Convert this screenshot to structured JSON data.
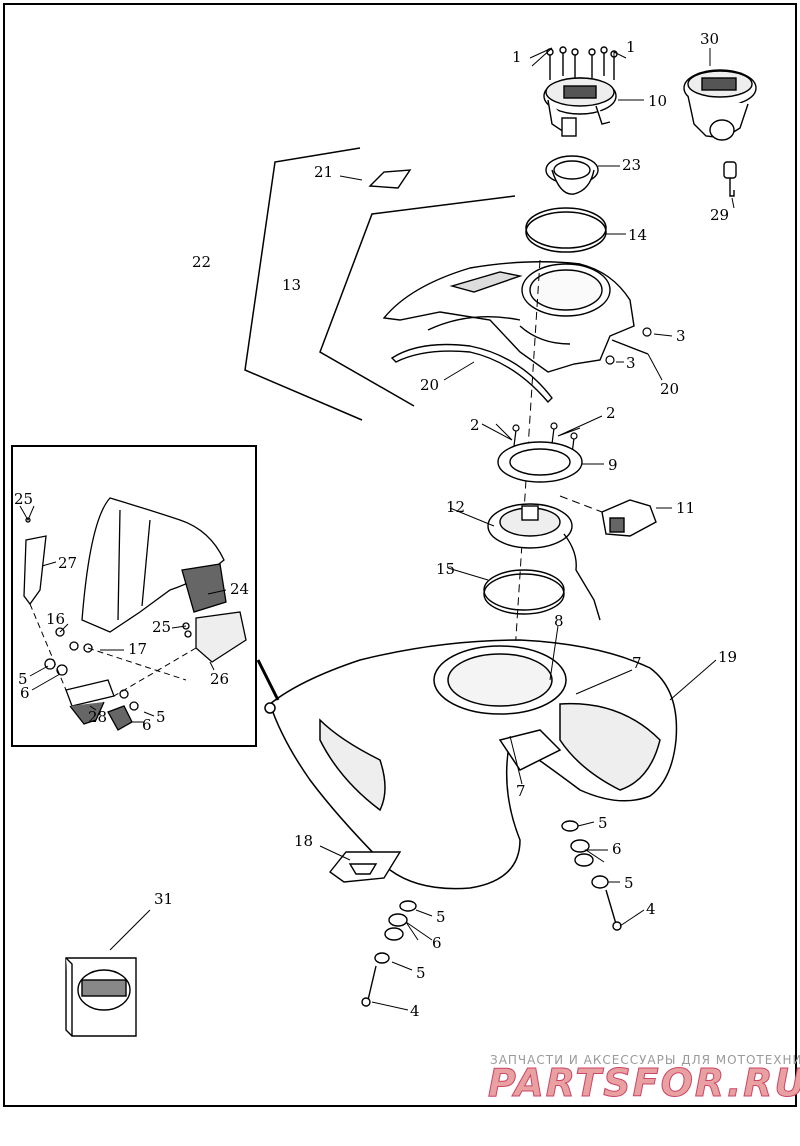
{
  "watermark": {
    "caption": "ЗАПЧАСТИ И АКСЕССУАРЫ ДЛЯ МОТОТЕХНИКИ",
    "brand": "PARTSFOR.RU"
  },
  "callouts": {
    "c1a": "1",
    "c1b": "1",
    "c10": "10",
    "c30": "30",
    "c21": "21",
    "c23": "23",
    "c29": "29",
    "c22": "22",
    "c14": "14",
    "c13": "13",
    "c3a": "3",
    "c3b": "3",
    "c20a": "20",
    "c20b": "20",
    "c2a": "2",
    "c2b": "2",
    "c9": "9",
    "c12": "12",
    "c11": "11",
    "c15": "15",
    "c8": "8",
    "c7a": "7",
    "c7b": "7",
    "c19": "19",
    "c18": "18",
    "c5a": "5",
    "c6a": "6",
    "c5b": "5",
    "c4a": "4",
    "c5c": "5",
    "c6b": "6",
    "c5d": "5",
    "c4b": "4",
    "c31": "31",
    "i25a": "25",
    "i27": "27",
    "i24": "24",
    "i16": "16",
    "i25b": "25",
    "i17": "17",
    "i26": "26",
    "i5a": "5",
    "i6a": "6",
    "i28": "28",
    "i5b": "5",
    "i6b": "6"
  }
}
